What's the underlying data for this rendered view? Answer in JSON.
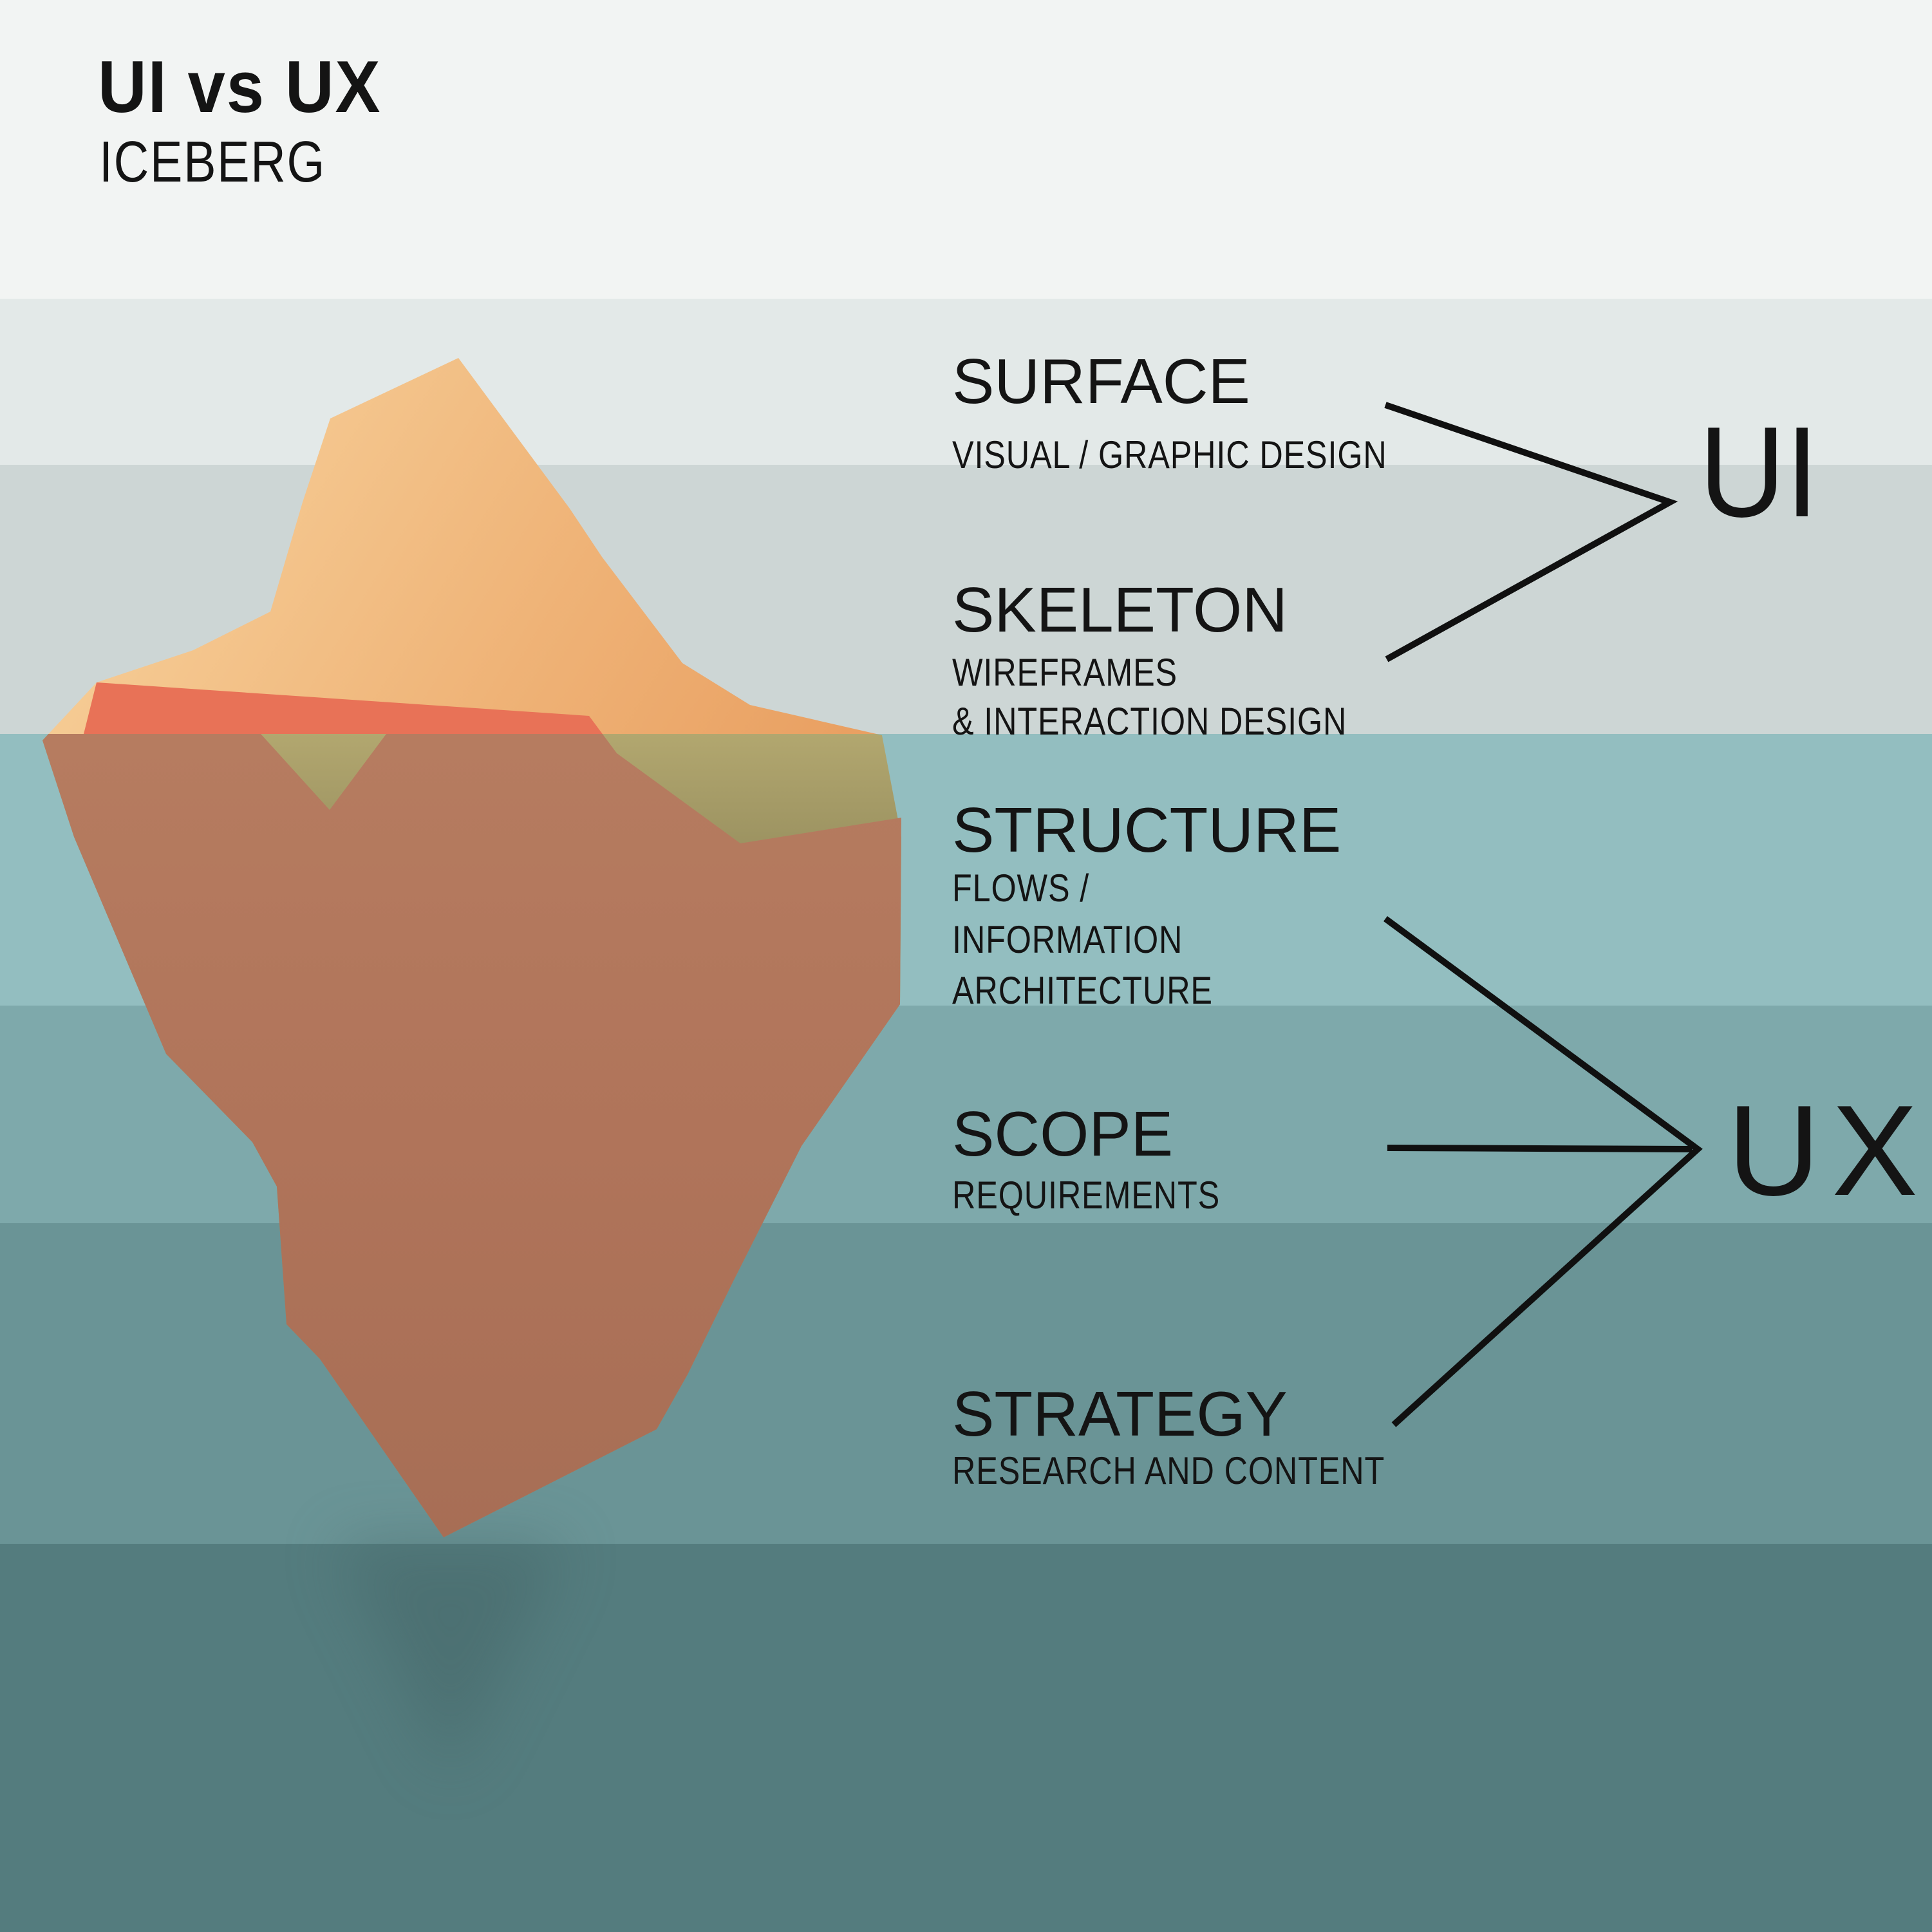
{
  "title": {
    "main": "UI vs UX",
    "subtitle": "ICEBERG"
  },
  "layers": [
    {
      "heading": "SURFACE",
      "sub_lines": [
        "VISUAL / GRAPHIC DESIGN"
      ],
      "group": "UI"
    },
    {
      "heading": "SKELETON",
      "sub_lines": [
        "WIREFRAMES",
        "& INTERACTION DESIGN"
      ],
      "group": "UI"
    },
    {
      "heading": "STRUCTURE",
      "sub_lines": [
        "FLOWS /",
        "INFORMATION",
        "ARCHITECTURE"
      ],
      "group": "UX"
    },
    {
      "heading": "SCOPE",
      "sub_lines": [
        "REQUIREMENTS"
      ],
      "group": "UX"
    },
    {
      "heading": "STRATEGY",
      "sub_lines": [
        "RESEARCH AND CONTENT"
      ],
      "group": "UX"
    }
  ],
  "groups": {
    "ui": "UI",
    "ux": "UX"
  },
  "colors": {
    "background_top": "#f2f4f3",
    "depth_bands": [
      "#e3e9e8",
      "#cdd6d5",
      "#93bec0",
      "#7ea9ab",
      "#6a9496",
      "#547c7e"
    ],
    "iceberg_above_light": "#f6cd96",
    "iceberg_above_deep": "#e9a062",
    "iceberg_red_face": "#e87257",
    "iceberg_underwater_top": "#b67c60",
    "iceberg_underwater_bottom": "#a76e55",
    "iceberg_underwater_olive": "#aaa06c",
    "text": "#141414",
    "connector_line": "#101010"
  }
}
